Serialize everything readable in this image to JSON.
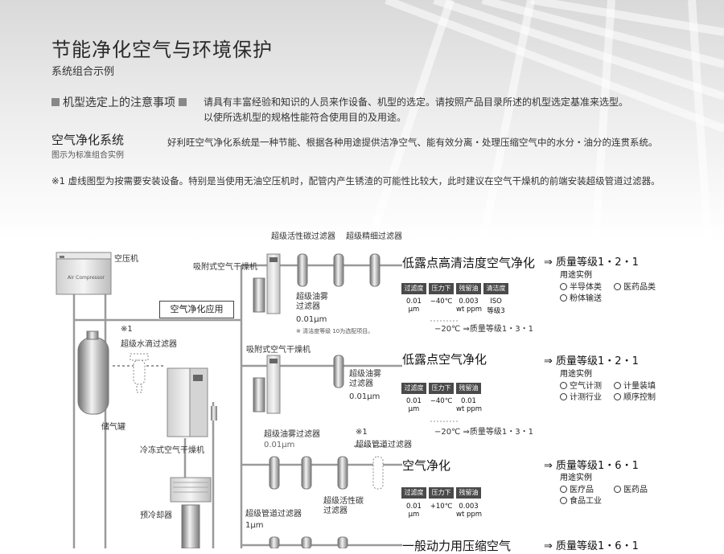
{
  "header": {
    "title": "节能净化空气与环境保护",
    "subtitle": "系统组合示例"
  },
  "notice": {
    "heading": "机型选定上的注意事项",
    "line1": "请具有丰富经验和知识的人员来作设备、机型的选定。请按照产品目录所述的机型选定基准来选型。",
    "line2": "以使所选机型的规格性能符合使用目的及用途。"
  },
  "system": {
    "heading": "空气净化系统",
    "sub": "图示为标准组合实例",
    "desc": "好利旺空气净化系统是一种节能、根据各种用途提供洁净空气、能有效分离・处理压缩空气中的水分・油分的连贯系统。"
  },
  "footnote": "※1  虚线图型为按需要安装设备。特别是当使用无油空压机时，配管内产生锈渣的可能性比较大，此时建议在空气干燥机的前端安装超级管道过滤器。",
  "diagram": {
    "compressor_label": "空压机",
    "compressor_plate": "Air Compressor",
    "tank_label": "储气罐",
    "note1": "※1",
    "water_filter": "超级水滴过滤器",
    "fridge_dryer": "冷冻式空气干燥机",
    "precooler": "预冷却器",
    "apply_box": "空气净化应用",
    "ads_dryer1": "吸附式空气干燥机",
    "ads_dryer2": "吸附式空气干燥机",
    "carbon_filter_top": "超级活性碳过滤器",
    "precise_filter_top": "超级精细过滤器",
    "oil_mist1": "超级油雾\n过滤器",
    "oil_mist1_spec": "0.01μm",
    "clean_note": "※ 清洁度等级 10为选配项目。",
    "oil_mist2": "超级油雾\n过滤器",
    "oil_mist2_spec": "0.01μm",
    "oil_mist3": "超级油雾过滤器",
    "oil_mist3_spec": "0.01μm",
    "note1b": "※1",
    "super_pipe_right": "超级管道过滤器",
    "super_pipe": "超级管道过滤器",
    "super_pipe_spec": "1μm",
    "carbon_filter_bottom": "超级活性碳\n过滤器"
  },
  "rows": [
    {
      "title": "低露点高清洁度空气净化",
      "grade": "⇒ 质量等级1・2・1",
      "uses_heading": "用途实例",
      "uses": [
        "半导体类",
        "医药品类",
        "粉体输送"
      ],
      "badges": [
        "过滤度",
        "压力下露点",
        "残留油量",
        "清洁度"
      ],
      "values": [
        "0.01\nμm",
        "−40℃",
        "0.003\nwt ppm",
        "ISO\n等级3"
      ],
      "alt": "−20℃ ⇒质量等级1・3・1"
    },
    {
      "title": "低露点空气净化",
      "grade": "⇒ 质量等级1・2・1",
      "uses_heading": "用途实例",
      "uses": [
        "空气计测",
        "计量装填",
        "计测行业",
        "顺序控制"
      ],
      "badges": [
        "过滤度",
        "压力下露点",
        "残留油量"
      ],
      "values": [
        "0.01\nμm",
        "−40℃",
        "0.01\nwt ppm"
      ],
      "alt": "−20℃ ⇒质量等级1・3・1"
    },
    {
      "title": "空气净化",
      "grade": "⇒ 质量等级1・6・1",
      "uses_heading": "用途实例",
      "uses": [
        "医疗品",
        "医药品",
        "食品工业"
      ],
      "badges": [
        "过滤度",
        "压力下露点",
        "残留油量"
      ],
      "values": [
        "0.01\nμm",
        "+10℃",
        "0.003\nwt ppm"
      ],
      "alt": ""
    },
    {
      "title": "一般动力用压缩空气",
      "grade": "⇒ 质量等级1・6・1",
      "uses_heading": "",
      "uses": [],
      "badges": [],
      "values": [],
      "alt": ""
    }
  ],
  "colors": {
    "badge": "#4a4a4a",
    "line": "#9a9a9a",
    "text": "#222222"
  }
}
